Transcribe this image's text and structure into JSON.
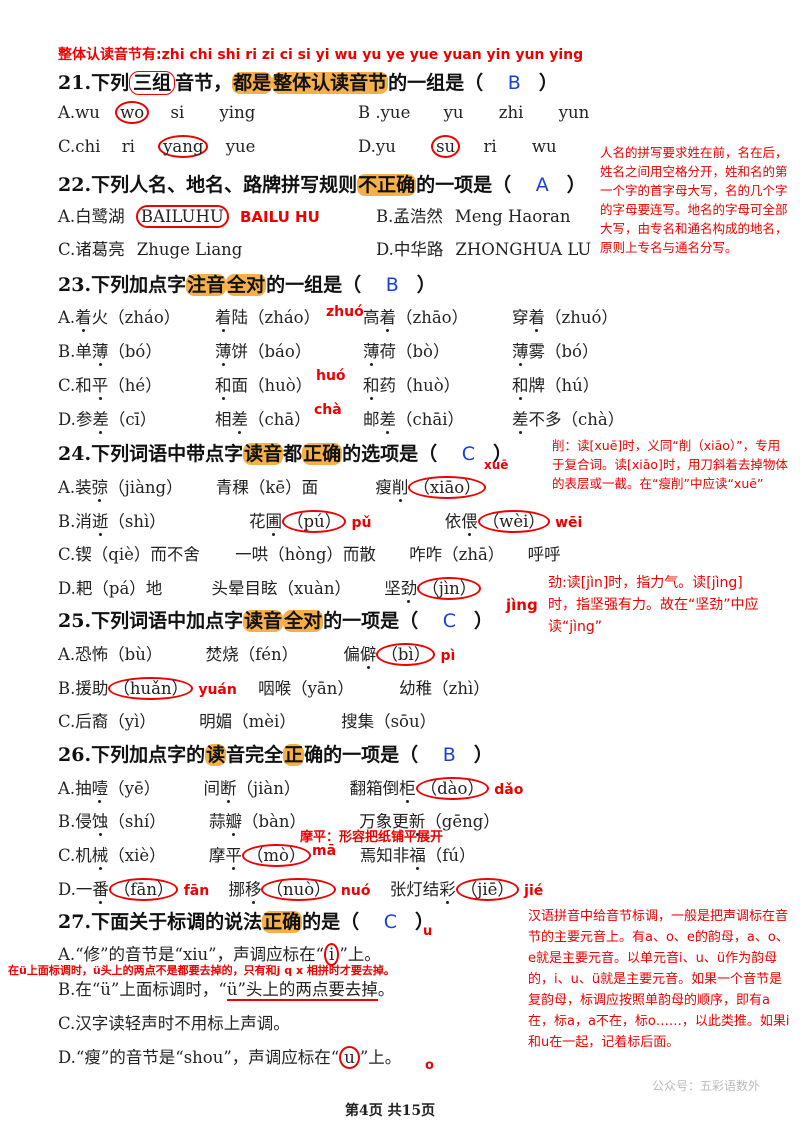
{
  "top_note": "整体认读音节有:zhi chi shi ri zi ci si yi wu yu ye yue yuan yin yun ying",
  "q21": {
    "num": "21.",
    "t1": "下列",
    "t2": "三组",
    "t3": "音节，",
    "t4": "都是",
    "t5": "整体认读音节",
    "t6": "的一组是（",
    "answer": "B",
    "close": "）",
    "a": [
      "A.wu",
      "wo",
      "si",
      "ying"
    ],
    "b": [
      "B .yue",
      "yu",
      "zhi",
      "yun"
    ],
    "c": [
      "C.chi",
      "ri",
      "yang",
      "yue"
    ],
    "d": [
      "D.yu",
      "su",
      "ri",
      "wu"
    ]
  },
  "q22": {
    "num": "22.",
    "t1": "下列人名、地名、路牌拼写规则",
    "t2": "不正确",
    "t3": "的一项是（",
    "answer": "A",
    "close": "）",
    "a": [
      "A.白鹭湖",
      "BAILUHU"
    ],
    "a_fix": "BAILU HU",
    "b": [
      "B.孟浩然",
      "Meng Haoran"
    ],
    "c": [
      "C.诸葛亮",
      "Zhuge Liang"
    ],
    "d": [
      "D.中华路",
      "ZHONGHUA LU"
    ],
    "note": "人名的拼写要求姓在前，名在后，姓名之间用空格分开，姓和名的第一个字的首字母大写，名的几个字的字母要连写。地名的字母可全部大写，由专名和通名构成的地名，原则上专名与通名分写。"
  },
  "q23": {
    "num": "23.",
    "t1": "下列加点字",
    "t2": "注音",
    "t3": "全对",
    "t4": "的一组是（",
    "answer": "B",
    "close": "）",
    "rows": [
      [
        [
          "A.",
          "着",
          "火（zháo）"
        ],
        [
          "",
          "着",
          "陆（zháo）"
        ],
        [
          "高",
          "着",
          "（zhāo）"
        ],
        [
          "穿",
          "着",
          "（zhuó）"
        ]
      ],
      [
        [
          "B.单",
          "薄",
          "（bó）"
        ],
        [
          "",
          "薄",
          "饼（báo）"
        ],
        [
          "",
          "薄",
          "荷（bò）"
        ],
        [
          "",
          "薄",
          "雾（bó）"
        ]
      ],
      [
        [
          "C.和",
          "平",
          "（hé）"
        ],
        [
          "",
          "和",
          "面（huò）"
        ],
        [
          "",
          "和",
          "药（huò）"
        ],
        [
          "",
          "和",
          "牌（hú）"
        ]
      ],
      [
        [
          "D.参",
          "差",
          "（cī）"
        ],
        [
          "相",
          "差",
          "（chā）"
        ],
        [
          "邮",
          "差",
          "（chāi）"
        ],
        [
          "",
          "差",
          "不多（chà）"
        ]
      ]
    ],
    "fix1": "zhuó",
    "fix3": "huó",
    "fix4": "chà"
  },
  "q24": {
    "num": "24.",
    "t1": "下列词语中带点字",
    "t2": "读音",
    "t3": "都",
    "t4": "正确",
    "t5": "的选项是（",
    "answer": "C",
    "close": "）",
    "a": [
      "A.装",
      "弶",
      "（jiàng）",
      "青稞（kē）面",
      "瘦",
      "削",
      "（xiāo）"
    ],
    "b": [
      "B.消",
      "逝",
      "（shì）",
      "花",
      "圃",
      "（pú）",
      "依",
      "偎",
      "（wèi）"
    ],
    "c": [
      "C.锲（qiè）而不舍",
      "一哄（hòng）而散",
      "咋咋（zhā）",
      "呼呼"
    ],
    "d": [
      "D.耙（pá）地",
      "头晕目眩（xuàn）",
      "坚",
      "劲",
      "（jìn）"
    ],
    "fix_xue": "xuē",
    "fix_pu": "pǔ",
    "fix_wei": "wēi",
    "fix_jing": "jìng",
    "note_xue": "削：读[xuē]时，义同“削（xiāo）”，专用于复合词。读[xiāo]时，用刀斜着去掉物体的表层或一截。在“瘦削”中应读“xuē”",
    "note_jin": "劲:读[jìn]时，指力气。读[jìng]时，指坚强有力。故在“坚劲”中应读“jìng”"
  },
  "q25": {
    "num": "25.",
    "t1": "下列词语中加点字",
    "t2": "读音",
    "t3": "全对",
    "t4": "的一项是（",
    "answer": "C",
    "close": "）",
    "a": [
      "A.恐怖（bù）",
      "焚烧（fén）",
      "偏",
      "僻",
      "（bì）"
    ],
    "b": [
      "B.援助",
      "（huǎn）",
      "咽喉（yān）",
      "幼稚（zhì）"
    ],
    "c": [
      "C.后裔（yì）",
      "明媚（mèi）",
      "搜集（sōu）"
    ],
    "fix_pi": "pì",
    "fix_yuan": "yuán"
  },
  "q26": {
    "num": "26.",
    "t1": "下列加点字的",
    "t2": "读",
    "t3": "音完全",
    "t4": "正",
    "t5": "确的一项是（",
    "answer": "B",
    "close": "）",
    "a": [
      "A.抽",
      "噎",
      "（yē）",
      "间",
      "断",
      "（jiàn）",
      "翻箱倒",
      "柜",
      "（dào）"
    ],
    "b": [
      "B.侵",
      "蚀",
      "（shí）",
      "蒜",
      "瓣",
      "（bàn）",
      "万象更",
      "新",
      "（gēng）"
    ],
    "c": [
      "C.机",
      "械",
      "（xiè）",
      "摩",
      "平",
      "（mò）",
      "焉知非",
      "福",
      "（fú）"
    ],
    "d": [
      "D.一",
      "番",
      "（fān）",
      "挪",
      "移",
      "（nuò）",
      "张灯结",
      "彩",
      "（jiē）"
    ],
    "fix_dao": "dǎo",
    "fix_ma": "mā",
    "fix_fan": "fān",
    "fix_nuo": "nuó",
    "fix_jie": "jié",
    "note_mopin": "摩平：形容把纸铺平展开"
  },
  "q27": {
    "num": "27.",
    "t1": "下面关于标调的说法",
    "t2": "正确",
    "t3": "的是（",
    "answer": "C",
    "close": "）",
    "a": "A.“修”的音节是“xiu”，声调应标在“i”上。",
    "a_pre": "A.“修”的音节是“xiu”，声调应标在“",
    "a_mark": "i",
    "a_post": "”上。",
    "b_pre": "B.在“ü”上面标调时，“",
    "b_under": "ü”头上的两点要去掉",
    "b_post": "。",
    "c": "C.汉字读轻声时不用标上声调。",
    "d_pre": "D.“瘦”的音节是“shou”，声调应标在“",
    "d_mark": "u",
    "d_post": "”上。",
    "fix_u": "u",
    "fix_o": "o",
    "note_u": "在ü上面标调时，ü头上的两点不是都要去掉的，只有和j q x 相拼时才要去掉。",
    "note_tone": "汉语拼音中给音节标调，一般是把声调标在音节的主要元音上。有a、o、e的韵母，a、o、e就是主要元音。以单元音i、u、ü作为韵母的，i、u、ü就是主要元音。如果一个音节是复韵母，标调应按照单韵母的顺序，即有a在，标a，a不在，标o……，以此类推。如果i和u在一起，记着标后面。"
  },
  "footer": "第4页 共15页",
  "watermark": "公众号：五彩语数外"
}
